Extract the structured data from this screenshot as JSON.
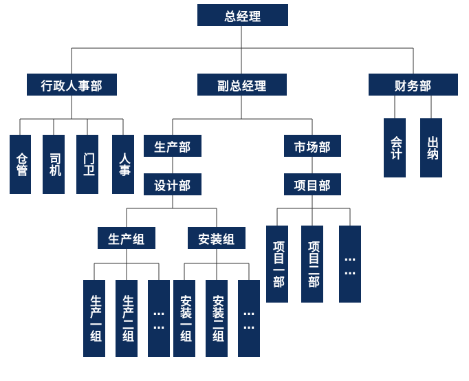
{
  "colors": {
    "box": "#0e2e5c",
    "text": "#ffffff",
    "line": "#333333"
  },
  "nodes": {
    "gm": "总经理",
    "admin_hr": "行政人事部",
    "deputy_gm": "副总经理",
    "finance": "财务部",
    "warehouse": "仓管",
    "driver": "司机",
    "guard": "门卫",
    "personnel": "人事",
    "production": "生产部",
    "market": "市场部",
    "accounting": "会计",
    "cashier": "出纳",
    "design": "设计部",
    "project": "项目部",
    "prod_group": "生产组",
    "install_group": "安装组",
    "project_1": "项目一部",
    "project_2": "项目二部",
    "project_more": "……",
    "prod_1": "生产一组",
    "prod_2": "生产二组",
    "prod_more": "……",
    "install_1": "安装一组",
    "install_2": "安装二组",
    "install_more": "……"
  }
}
